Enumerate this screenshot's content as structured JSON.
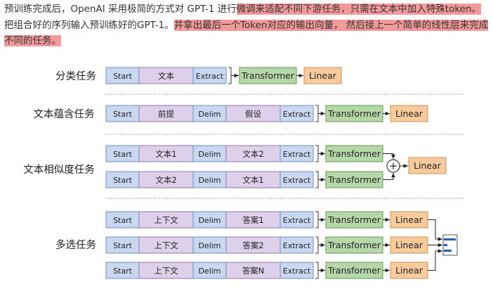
{
  "intro": {
    "p1": "预训练完成后，OpenAI 采用极简的方式对 GPT-1 进行",
    "h1": "微调来适配不同下游任务，只需在文本中加入特殊token。",
    "p2": "把组合好的序列输入预训练好的GPT-1。",
    "h2": "并拿出最后一个Token对应的输出向量， 然后接上一个简单的线性层来完成不同的任务。"
  },
  "tasks": {
    "classification": {
      "label": "分类任务",
      "tokens": [
        "Start",
        "文本",
        "Extract"
      ],
      "transformer": "Transformer",
      "linear": "Linear"
    },
    "entailment": {
      "label": "文本蕴含任务",
      "tokens": [
        "Start",
        "前提",
        "Delim",
        "假设",
        "Extract"
      ],
      "transformer": "Transformer",
      "linear": "Linear"
    },
    "similarity": {
      "label": "文本相似度任务",
      "rows": [
        {
          "tokens": [
            "Start",
            "文本1",
            "Delim",
            "文本2",
            "Extract"
          ],
          "transformer": "Transformer"
        },
        {
          "tokens": [
            "Start",
            "文本2",
            "Delim",
            "文本1",
            "Extract"
          ],
          "transformer": "Transformer"
        }
      ],
      "plus": "+",
      "linear": "Linear"
    },
    "multiple_choice": {
      "label": "多选任务",
      "rows": [
        {
          "tokens": [
            "Start",
            "上下文",
            "Delim",
            "答案1",
            "Extract"
          ],
          "transformer": "Transformer",
          "linear": "Linear"
        },
        {
          "tokens": [
            "Start",
            "上下文",
            "Delim",
            "答案2",
            "Extract"
          ],
          "transformer": "Transformer",
          "linear": "Linear"
        },
        {
          "tokens": [
            "Start",
            "上下文",
            "Delim",
            "答案N",
            "Extract"
          ],
          "transformer": "Transformer",
          "linear": "Linear"
        }
      ]
    }
  },
  "colors": {
    "token_fill": "#c9d7f0",
    "token_stroke": "#6f8fbf",
    "text_token_fill": "#ddd0ea",
    "text_token_stroke": "#8f7aa9",
    "transformer_fill": "#b6d7a8",
    "transformer_stroke": "#5f9a4e",
    "linear_fill": "#f9cb9c",
    "linear_stroke": "#c8925a",
    "highlight": "#f59a9a",
    "separator": "#a0a0a0",
    "softmax_bar": "#1f5fbf"
  }
}
